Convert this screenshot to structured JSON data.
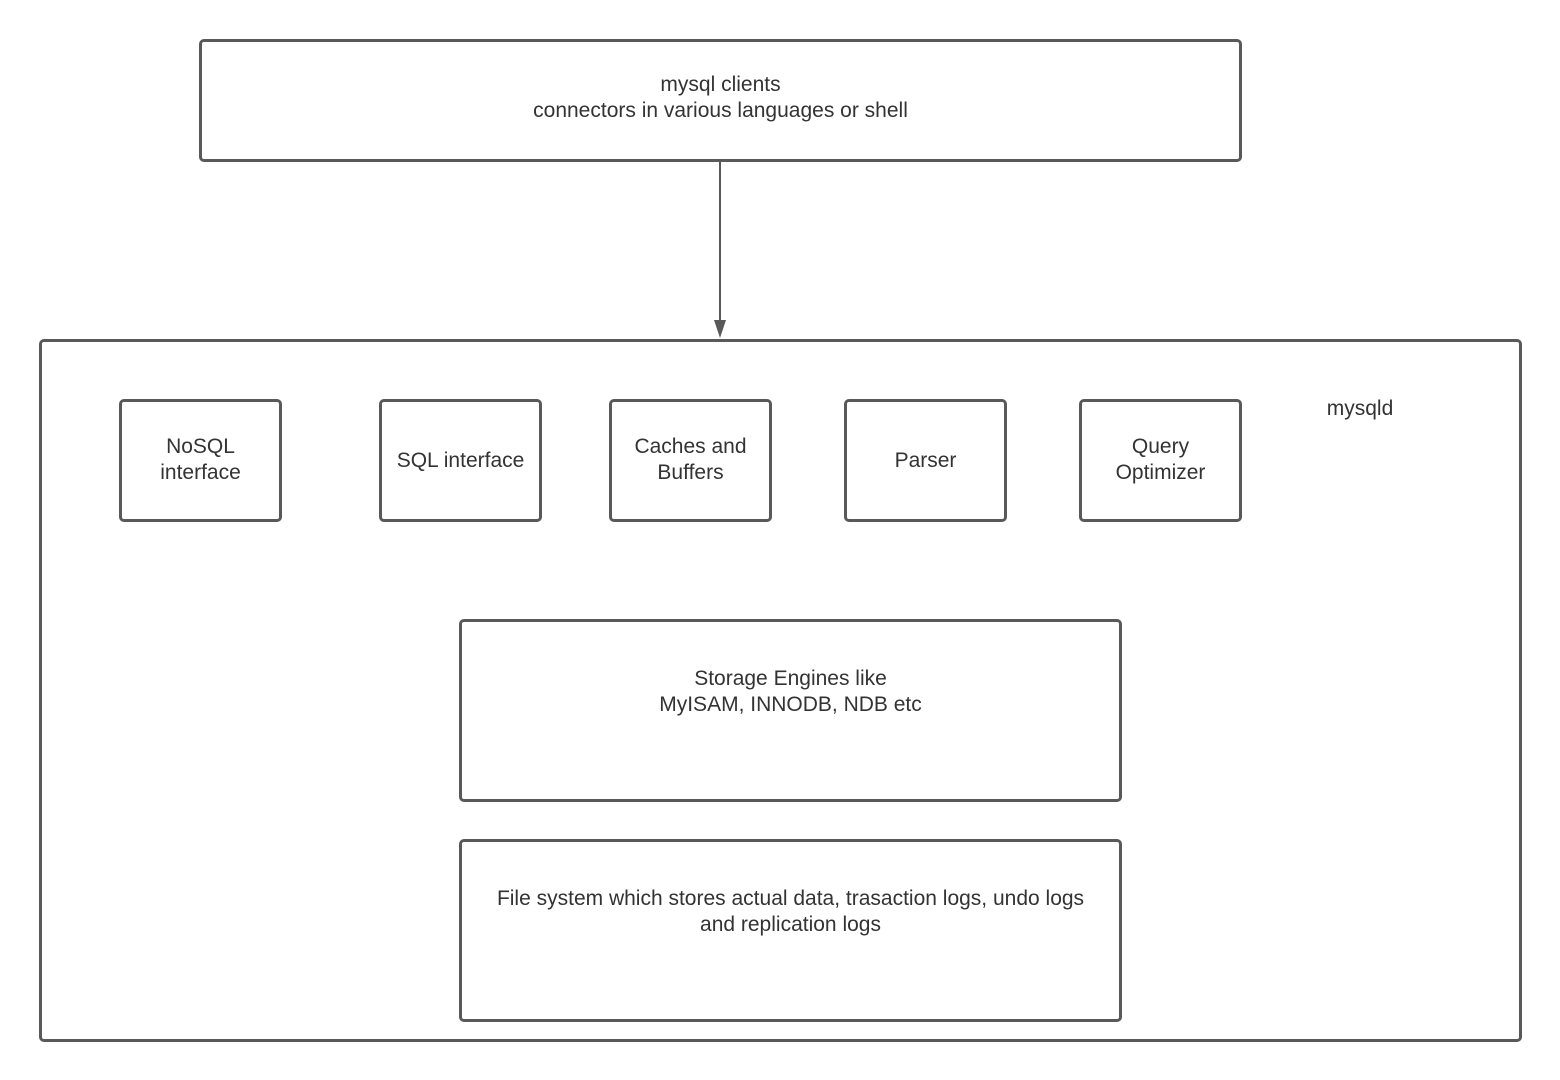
{
  "nodes": {
    "clients": {
      "line1": "mysql clients",
      "line2": "connectors in various languages or shell"
    },
    "mysqld": {
      "label": "mysqld"
    },
    "nosql": {
      "line1": "NoSQL",
      "line2": "interface"
    },
    "sql": {
      "line1": "SQL interface"
    },
    "caches": {
      "line1": "Caches and",
      "line2": "Buffers"
    },
    "parser": {
      "line1": "Parser"
    },
    "optimizer": {
      "line1": "Query",
      "line2": "Optimizer"
    },
    "storage": {
      "line1": "Storage Engines like",
      "line2": "MyISAM, INNODB, NDB etc"
    },
    "filesystem": {
      "line1": "File system which stores actual data, trasaction logs, undo logs",
      "line2": "and replication logs"
    }
  },
  "edges": [
    {
      "from": "clients",
      "to": "mysqld"
    }
  ],
  "colors": {
    "stroke": "#595959",
    "text": "#333333",
    "background": "#ffffff"
  }
}
